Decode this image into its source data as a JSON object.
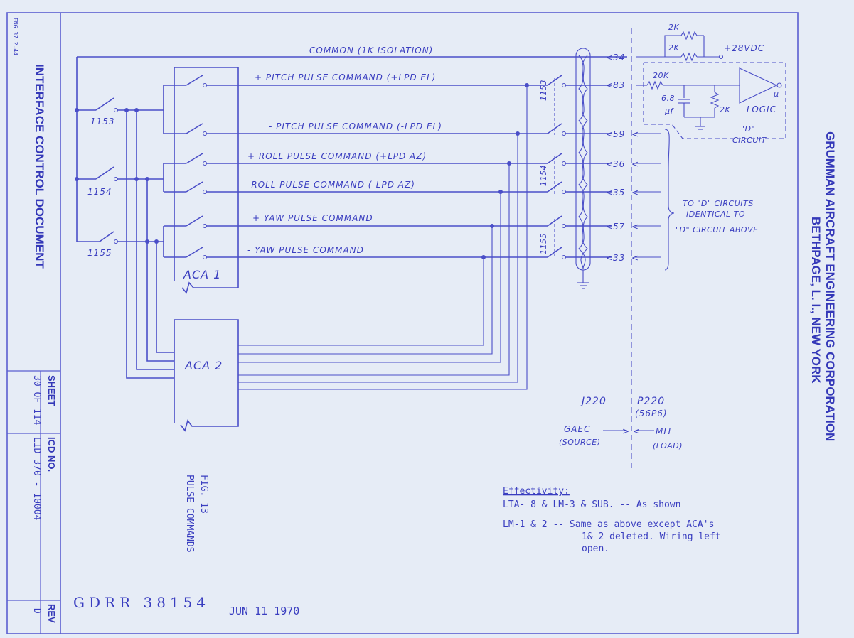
{
  "title_block": {
    "doc_title": "INTERFACE CONTROL DOCUMENT",
    "form_no": "ENG 37.2.44",
    "sheet_label": "SHEET",
    "sheet_value": "30 OF 114",
    "icd_label": "ICD NO.",
    "icd_value": "LID 370 - 10004",
    "rev_label": "REV",
    "rev_value": "D"
  },
  "company": {
    "name": "GRUMMAN AIRCRAFT ENGINEERING CORPORATION",
    "address": "BETHPAGE, L. I., NEW YORK"
  },
  "figure": {
    "number": "FIG. 13",
    "caption": "PULSE COMMANDS"
  },
  "signals": {
    "common": "COMMON (1K ISOLATION)",
    "pitch_plus": "+ PITCH PULSE COMMAND (+LPD EL)",
    "pitch_minus": "- PITCH PULSE COMMAND (-LPD EL)",
    "roll_plus": "+ ROLL PULSE COMMAND (+LPD AZ)",
    "roll_minus": "-ROLL PULSE COMMAND (-LPD AZ)",
    "yaw_plus": "+ YAW PULSE COMMAND",
    "yaw_minus": "- YAW PULSE COMMAND"
  },
  "switches": {
    "s3": "1153",
    "s4": "1154",
    "s5": "1155"
  },
  "blocks": {
    "aca1": "ACA 1",
    "aca2": "ACA 2"
  },
  "pins": [
    "34",
    "83",
    "59",
    "36",
    "35",
    "57",
    "33"
  ],
  "circuit": {
    "r_2k_top": "2K",
    "r_2k_second": "2K",
    "supply": "+28VDC",
    "r_20k": "20K",
    "cap_value": "6.8",
    "cap_unit": "μf",
    "r_2k_shunt": "2K",
    "logic": "LOGIC",
    "mu": "μ",
    "d_circuit": "\"D\"",
    "d_circuit_word": "CIRCUIT"
  },
  "note_d": {
    "line1": "TO \"D\" CIRCUITS",
    "line2": "IDENTICAL TO",
    "line3": "\"D\" CIRCUIT ABOVE"
  },
  "connector": {
    "j": "J220",
    "p": "P220",
    "p_type": "(56P6)",
    "source": "GAEC",
    "source_sub": "(SOURCE)",
    "load": "MIT",
    "load_sub": "(LOAD)"
  },
  "effectivity": {
    "heading": "Effectivity:",
    "line1": "LTA- 8 & LM-3 & SUB. -- As shown",
    "line2a": "LM-1 & 2 -- Same as above except ACA's",
    "line2b": "1& 2 deleted. Wiring left",
    "line2c": "open."
  },
  "stamp": {
    "number": "GDRR 38154",
    "date": "JUN 11 1970"
  }
}
